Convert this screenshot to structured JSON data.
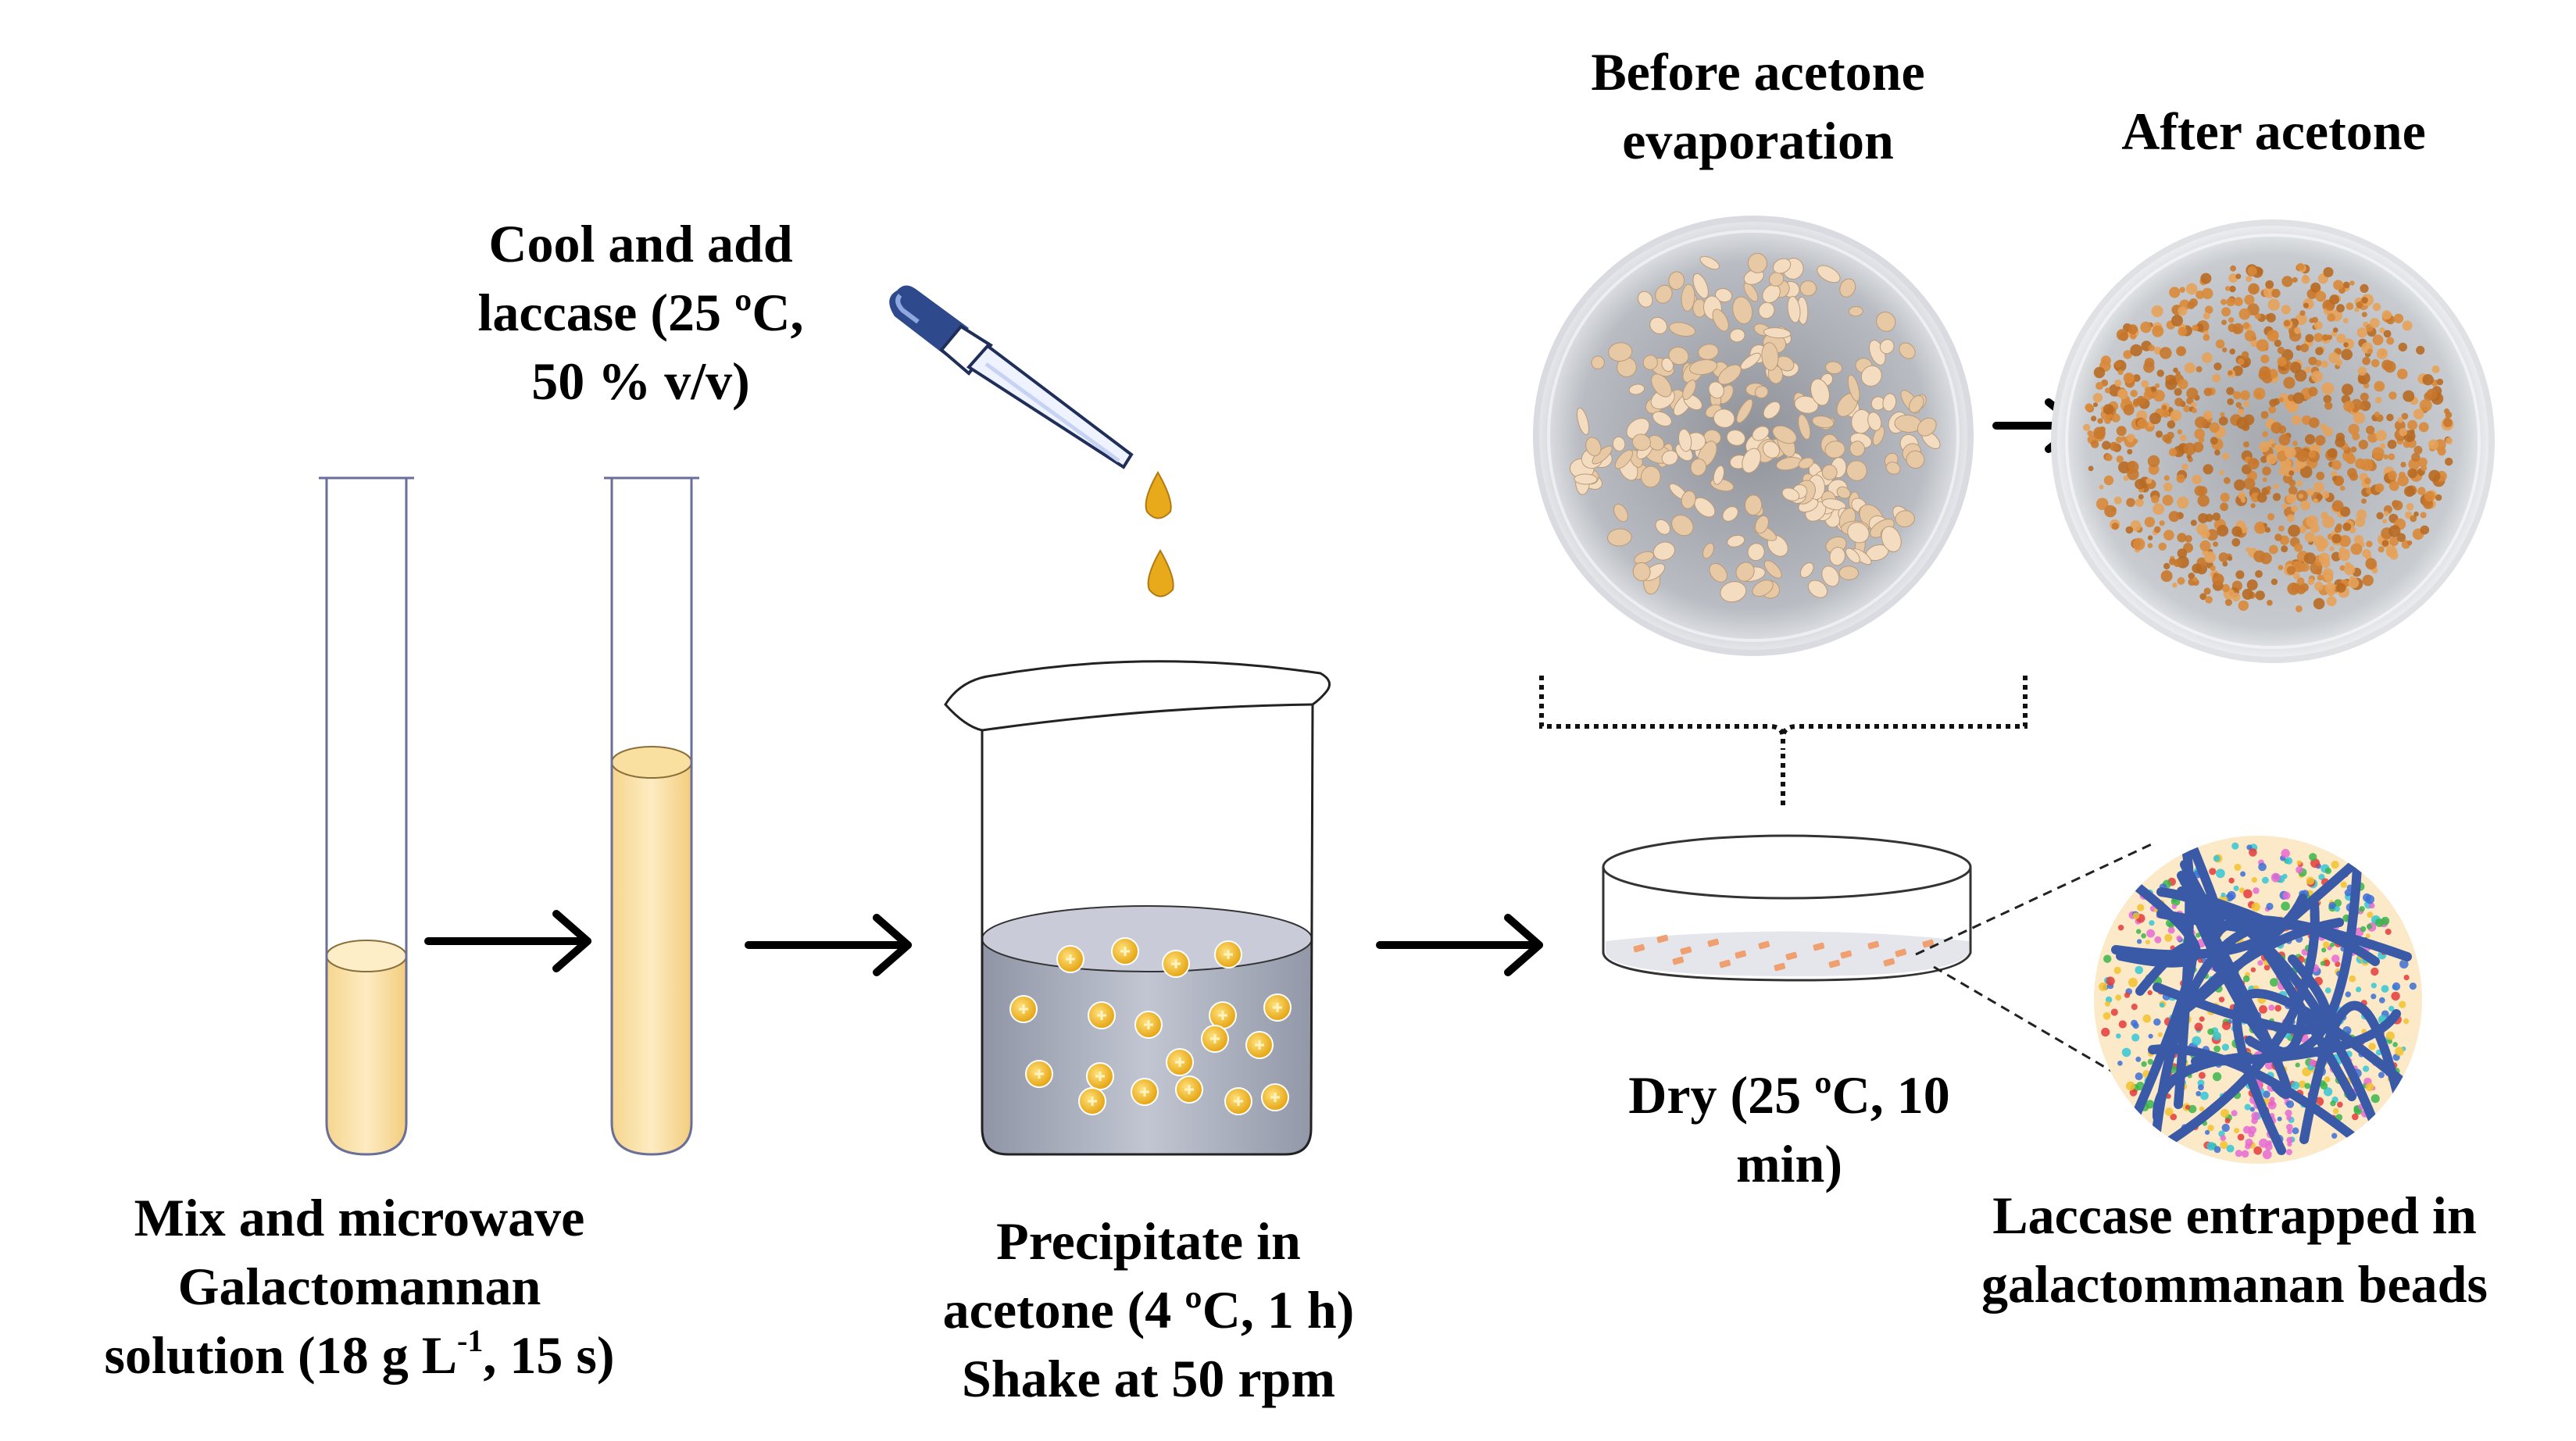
{
  "labels": {
    "step1": {
      "line1": "Mix and microwave",
      "line2": "Galactomannan",
      "line3_pre": "solution (18 g L",
      "line3_sup": "-1",
      "line3_post": ", 15 s)"
    },
    "step2": {
      "line1": "Cool and add",
      "line2": "laccase (25 ºC,",
      "line3": "50 % v/v)"
    },
    "step3": {
      "line1": "Precipitate in",
      "line2": "acetone (4 ºC, 1 h)",
      "line3": "Shake at 50 rpm"
    },
    "before": {
      "line1": "Before acetone",
      "line2": "evaporation"
    },
    "after": {
      "line1": "After acetone"
    },
    "dry": {
      "line1": "Dry (25 ºC, 10",
      "line2": "min)"
    },
    "result": {
      "line1": "Laccase entrapped in",
      "line2": "galactommanan beads"
    }
  },
  "colors": {
    "liquid": "#fbe3ad",
    "acetone": "#a7acbb",
    "bead": "#f3b62b",
    "dropper_bulb": "#2e4a8c",
    "drop": "#e8a91a",
    "dish_beads": "#f0a070",
    "network": "#3a5aa8",
    "circle_bg": "#fbe9c8",
    "petri_beads_before": "#f3dcc2",
    "petri_beads_after": "#d98a3a"
  },
  "icons": [
    "test-tube-icon",
    "dropper-icon",
    "beaker-icon",
    "petri-dish-icon",
    "polymer-network-icon",
    "arrow-right-icon"
  ]
}
